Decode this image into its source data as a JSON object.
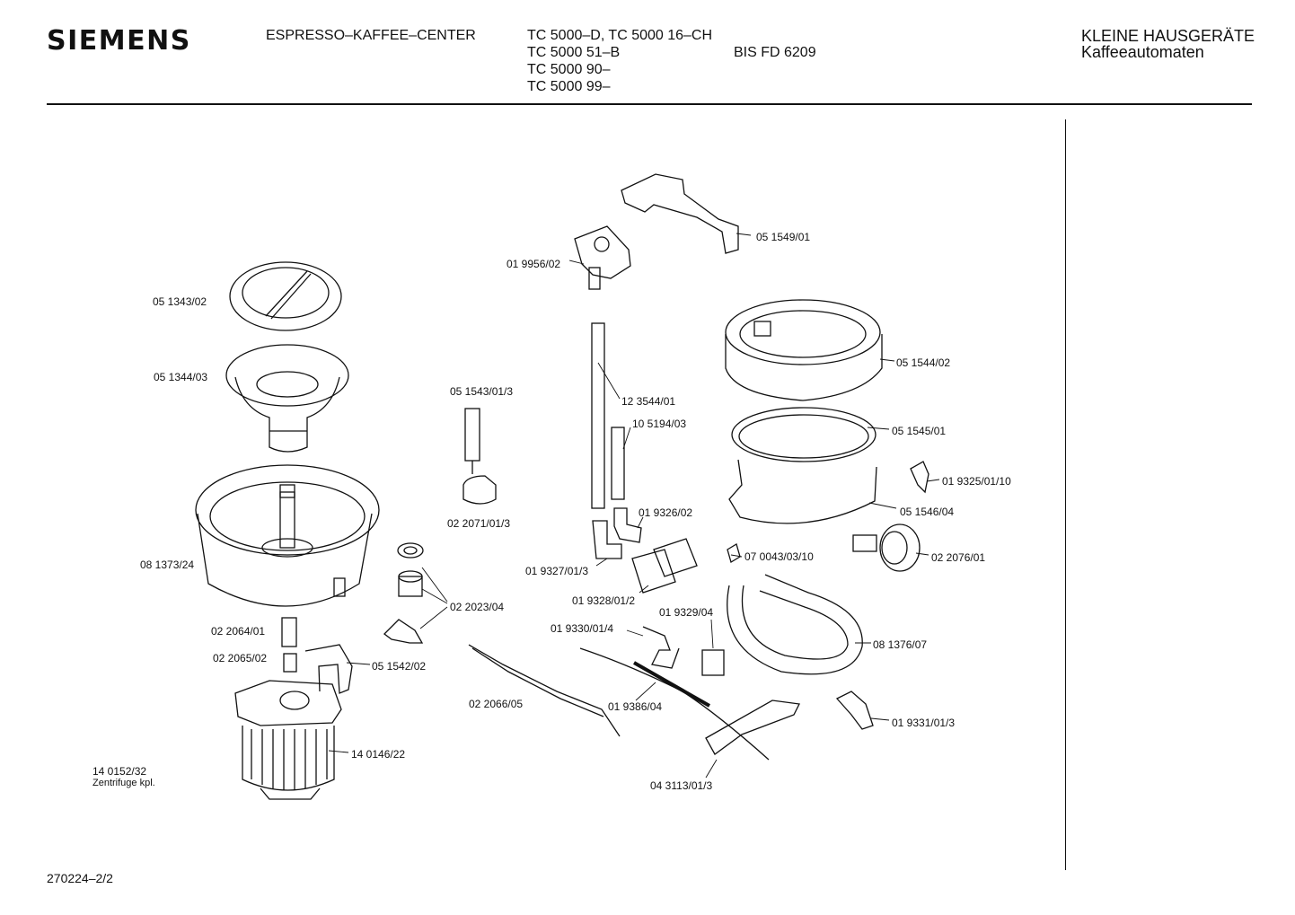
{
  "header": {
    "brand": "SIEMENS",
    "product": "ESPRESSO–KAFFEE–CENTER",
    "models": [
      "TC 5000–D, TC 5000 16–CH",
      "TC 5000 51–B",
      "TC 5000 90–",
      "TC 5000 99–"
    ],
    "doc": "BIS FD 6209",
    "category": "KLEINE HAUSGERÄTE",
    "subcategory": "Kaffeeautomaten"
  },
  "parts": [
    "05 1549/01",
    "01 9956/02",
    "05 1343/02",
    "05 1344/03",
    "05 1543/01/3",
    "12 3544/01",
    "10 5194/03",
    "05 1544/02",
    "05 1545/01",
    "01 9325/01/10",
    "02 2071/01/3",
    "01 9326/02",
    "05 1546/04",
    "08 1373/24",
    "07 0043/03/10",
    "02 2076/01",
    "01 9327/01/3",
    "02 2023/04",
    "01 9328/01/2",
    "01 9329/04",
    "02 2064/01",
    "01 9330/01/4",
    "08 1376/07",
    "02 2065/02",
    "05 1542/02",
    "02 2066/05",
    "01 9386/04",
    "01 9331/01/3",
    "14 0146/22",
    "14 0152/32",
    "Zentrifuge kpl.",
    "04 3113/01/3"
  ],
  "footer": "270224–2/2"
}
